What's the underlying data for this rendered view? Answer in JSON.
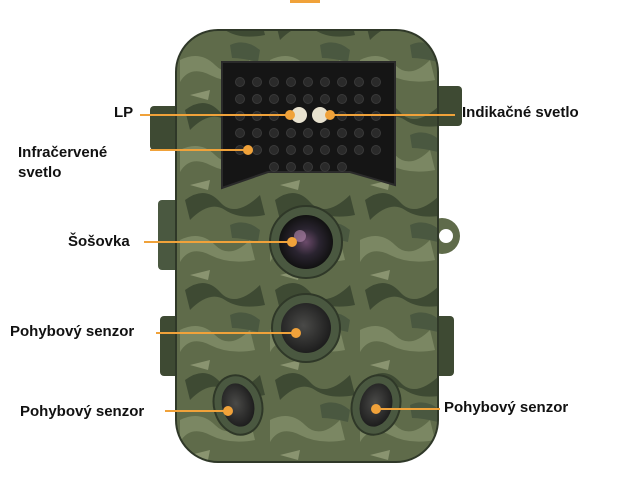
{
  "colors": {
    "accent": "#f0a23a",
    "label_text": "#111111",
    "camo_base": "#5f6b4a",
    "camo_dark": "#3e4a33",
    "camo_light": "#7b8763",
    "lens_glass": "#2a2430"
  },
  "labels": {
    "lp": "LP",
    "indicator_light": "Indikačné svetlo",
    "infrared_line1": "Infračervené",
    "infrared_line2": "svetlo",
    "lens": "Šošovka",
    "motion_sensor_center": "Pohybový senzor",
    "motion_sensor_left": "Pohybový senzor",
    "motion_sensor_right": "Pohybový senzor"
  }
}
